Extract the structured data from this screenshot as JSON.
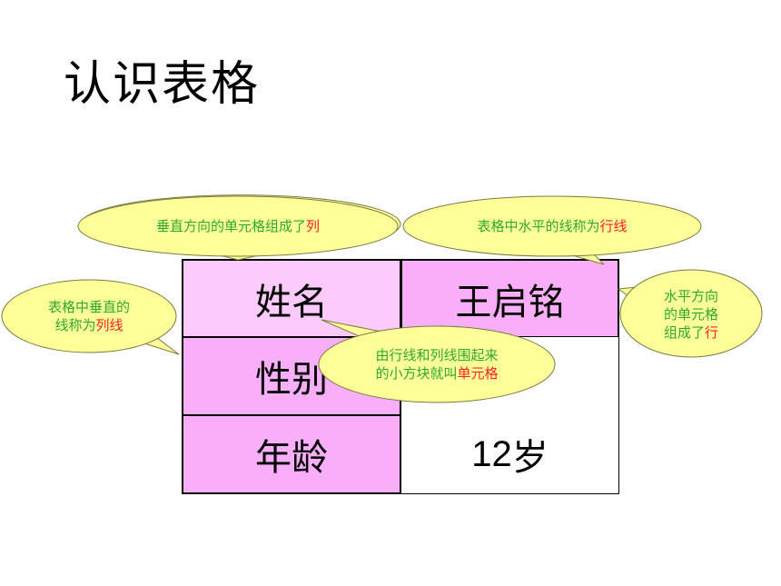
{
  "title": "认识表格",
  "table": {
    "rows": [
      {
        "label": "姓名",
        "value": "王启铭"
      },
      {
        "label": "性别",
        "value": ""
      },
      {
        "label": "年龄",
        "value_number": "12",
        "value_unit": "岁"
      }
    ]
  },
  "callouts": {
    "column_top": {
      "text": "垂直方向的单元格组成了",
      "highlight": "列"
    },
    "row_line": {
      "text": "表格中水平的线称为",
      "highlight": "行线"
    },
    "column_line": {
      "line1": "表格中垂直的",
      "line2": "线称为",
      "highlight": "列线"
    },
    "row_right": {
      "line1": "水平方向",
      "line2": "的单元格",
      "line3": "组成了",
      "highlight": "行"
    },
    "cell": {
      "line1": "由行线和列线围起来",
      "line2": "的小方块就叫",
      "highlight": "单元格"
    }
  },
  "colors": {
    "bubble_fill": "#ffff99",
    "bubble_text": "#2fa82f",
    "highlight": "#ff2020",
    "cell_light": "#fccbfc",
    "cell_dark": "#f9aef9"
  }
}
